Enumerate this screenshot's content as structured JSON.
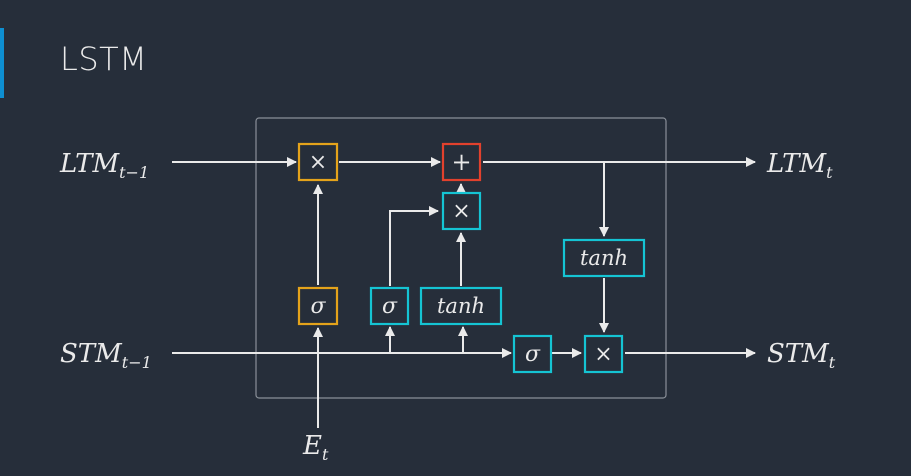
{
  "slide": {
    "title": "LSTM",
    "accent_color": "#0e8fd1",
    "background_color": "#262e3a"
  },
  "colors": {
    "line": "#eaeaea",
    "frame": "#8a9099",
    "gate_orange": "#e4a31b",
    "gate_teal": "#15c4d3",
    "gate_red": "#e2412d"
  },
  "diagram": {
    "inputs": {
      "ltm_prev": {
        "base": "LTM",
        "subscript": "t−1"
      },
      "stm_prev": {
        "base": "STM",
        "subscript": "t−1"
      },
      "event": {
        "base": "E",
        "subscript": "t"
      }
    },
    "outputs": {
      "ltm_new": {
        "base": "LTM",
        "subscript": "t"
      },
      "stm_new": {
        "base": "STM",
        "subscript": "t"
      }
    },
    "nodes": {
      "forget_multiply": "×",
      "forget_sigmoid": "σ",
      "ltm_add": "+",
      "learn_multiply": "×",
      "learn_sigmoid": "σ",
      "learn_tanh": "tanh",
      "output_sigmoid": "σ",
      "output_tanh": "tanh",
      "output_multiply": "×"
    }
  }
}
